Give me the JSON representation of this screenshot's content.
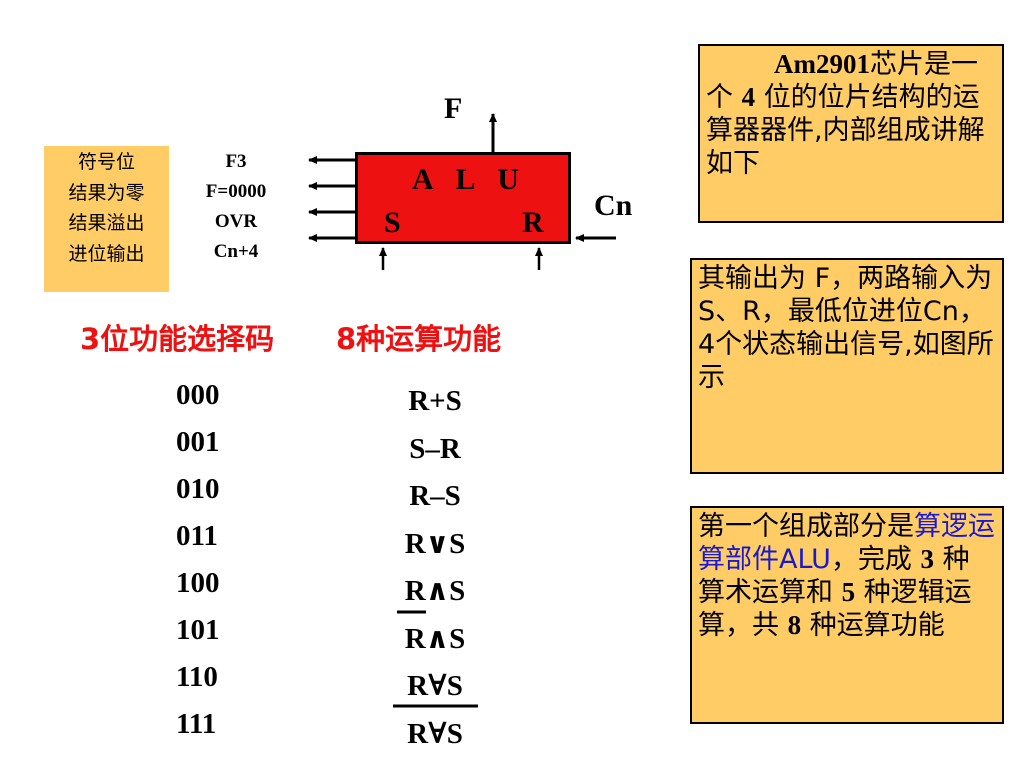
{
  "diagram": {
    "status_labels": [
      "符号位",
      "结果为零",
      "结果溢出",
      "进位输出"
    ],
    "signal_labels": [
      "F3",
      "F=0000",
      "OVR",
      "Cn+4"
    ],
    "output_label": "F",
    "alu_label": "A L U",
    "input_s": "S",
    "input_r": "R",
    "carry_in": "Cn"
  },
  "table": {
    "col1_heading": "3位功能选择码",
    "col2_heading": "8种运算功能",
    "codes": [
      "000",
      "001",
      "010",
      "011",
      "100",
      "101",
      "110",
      "111"
    ],
    "ops": [
      "R+S",
      "S–R",
      "R–S",
      "R∨S",
      "R∧S",
      "R∧S",
      "R∀S",
      "R∀S"
    ]
  },
  "notes": {
    "note1": [
      "Am2901",
      "芯片是一个",
      "4",
      "位的位片结构的运算器器件,内部组成讲解如下"
    ],
    "note2": [
      "其输出为 F，两路输入为 S、R，最低位进位Cn，4个状态输出信号,如图所示"
    ],
    "note3": [
      "第一个组成部分是",
      "算逻运算部件ALU",
      "，完成",
      "3",
      "种算术运算和",
      "5",
      "种逻辑运算，共",
      "8",
      "种运算功能"
    ]
  }
}
